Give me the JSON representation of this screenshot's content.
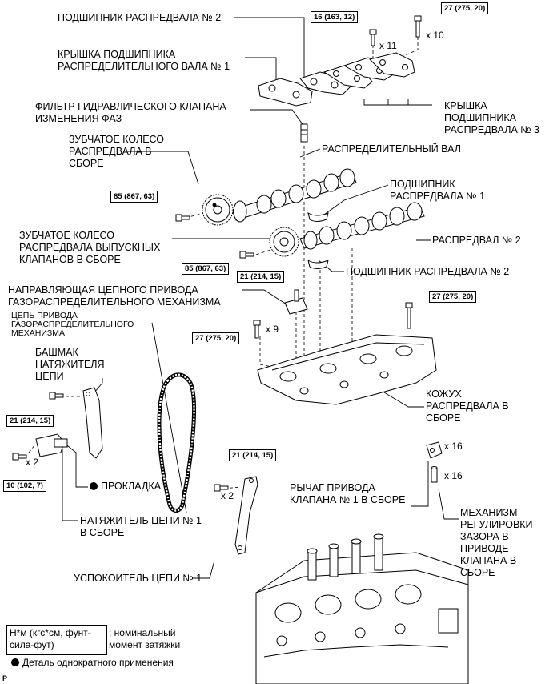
{
  "labels": {
    "cam_bearing_2_top": "ПОДШИПНИК РАСПРЕДВАЛА № 2",
    "cam_bearing_cap_1": "КРЫШКА ПОДШИПНИКА\nРАСПРЕДЕЛИТЕЛЬНОГО ВАЛА № 1",
    "vvt_filter": "ФИЛЬТР ГИДРАВЛИЧЕСКОГО КЛАПАНА\nИЗМЕНЕНИЯ ФАЗ",
    "cam_bearing_cap_3": "КРЫШКА\nПОДШИПНИКА\nРАСПРЕДВАЛА № 3",
    "cam_timing_gear": "ЗУБЧАТОЕ КОЛЕСО\nРАСПРЕДВАЛА В\nСБОРЕ",
    "camshaft": "РАСПРЕДЕЛИТЕЛЬНЫЙ ВАЛ",
    "cam_bearing_1": "ПОДШИПНИК\nРАСПРЕДВАЛА № 1",
    "exhaust_cam_gear": "ЗУБЧАТОЕ КОЛЕСО\nРАСПРЕДВАЛА ВЫПУСКНЫХ\nКЛАПАНОВ В СБОРЕ",
    "camshaft_2": "РАСПРЕДВАЛ № 2",
    "cam_bearing_2_mid": "ПОДШИПНИК РАСПРЕДВАЛА № 2",
    "chain_guide": "НАПРАВЛЯЮЩАЯ ЦЕПНОГО ПРИВОДА\nГАЗОРАСПРЕДЕЛИТЕЛЬНОГО МЕХАНИЗМА",
    "timing_chain": "ЦЕПЬ ПРИВОДА\nГАЗОРАСПРЕДЕЛИТЕЛЬНОГО\nМЕХАНИЗМА",
    "tensioner_slipper": "БАШМАК\nНАТЯЖИТЕЛЯ\nЦЕПИ",
    "cam_housing": "КОЖУХ\nРАСПРЕДВАЛА В\nСБОРЕ",
    "gasket": "ПРОКЛАДКА",
    "rocker_arm": "РЫЧАГ ПРИВОДА\nКЛАПАНА № 1 В СБОРЕ",
    "chain_tensioner": "НАТЯЖИТЕЛЬ ЦЕПИ № 1\nВ СБОРЕ",
    "lash_adjuster": "МЕХАНИЗМ\nРЕГУЛИРОВКИ\nЗАЗОРА В\nПРИВОДЕ\nКЛАПАНА В\nСБОРЕ",
    "chain_damper": "УСПОКОИТЕЛЬ ЦЕПИ № 1"
  },
  "torques": {
    "t16_163_12": "16 (163, 12)",
    "t27_top": "27 (275, 20)",
    "t85_a": "85 (867, 63)",
    "t85_b": "85 (867, 63)",
    "t21_guide": "21 (214, 15)",
    "t27_right": "27 (275, 20)",
    "t27_left": "27 (275, 20)",
    "t21_tensioner": "21 (214, 15)",
    "t10": "10 (102, 7)",
    "t21_damper": "21 (214, 15)"
  },
  "multipliers": {
    "x11": "x 11",
    "x10": "x 10",
    "x9": "x 9",
    "x2_tensioner": "x 2",
    "x2_damper": "x 2",
    "x16_rocker": "x 16",
    "x16_lash": "x 16"
  },
  "legend": {
    "unit_box": "Н*м (кгс*см, фунт-\nсила-фут)",
    "unit_desc": ": номинальный\nмомент затяжки",
    "single_use": "Деталь однократного применения"
  },
  "page_code": "P"
}
